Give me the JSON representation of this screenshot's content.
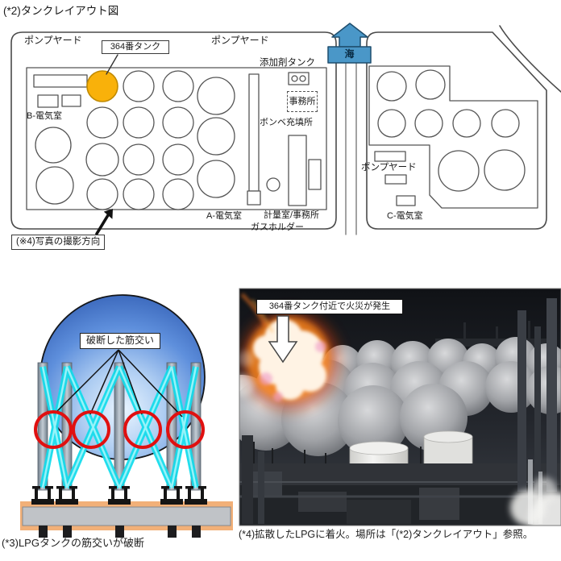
{
  "page": {
    "title": "(*2)タンクレイアウト図"
  },
  "layout_diagram": {
    "pump_yard_left": "ポンプヤード",
    "pump_yard_center": "ポンプヤード",
    "pump_yard_right": "ポンプヤード",
    "tank_364_label": "364番タンク",
    "b_electric_room": "B-電気室",
    "additive_tank": "添加剤タンク",
    "office": "事務所",
    "cylinder_filling": "ボンベ充填所",
    "a_electric_room": "A-電気室",
    "measuring_office": "計量室/事務所",
    "gas_holder": "ガスホルダー",
    "sea": "海",
    "photo_direction": "(※4)写真の撮影方向",
    "c_electric_room": "C-電気室",
    "tank_364_color": "#F9B10A",
    "sea_color": "#4A97C8"
  },
  "brace_diagram": {
    "broken_brace_label": "破断した筋交い",
    "caption": "(*3)LPGタンクの筋交いが破断",
    "sphere_color": "#4A7FD0",
    "brace_color": "#19DFEE",
    "highlight_color": "#E01010"
  },
  "fire_photo": {
    "annotation": "364番タンク付近で火災が発生",
    "caption": "(*4)拡散したLPGに着火。場所は「(*2)タンクレイアウト」参照。"
  }
}
